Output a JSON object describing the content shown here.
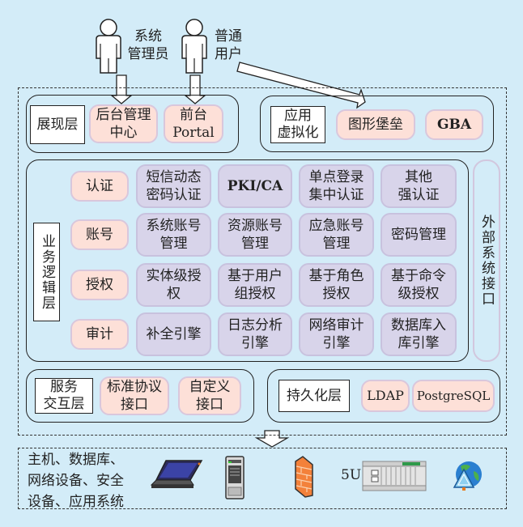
{
  "actors": [
    {
      "name": "系统管理员",
      "lines": [
        "系统",
        "管理员"
      ]
    },
    {
      "name": "普通用户",
      "lines": [
        "普通",
        "用户"
      ]
    }
  ],
  "presentation_layer": {
    "label": "展现层",
    "items": [
      {
        "lines": [
          "后台管理",
          "中心"
        ]
      },
      {
        "lines": [
          "前台",
          "Portal"
        ]
      }
    ]
  },
  "app_virtualization": {
    "label_lines": [
      "应用",
      "虚拟化"
    ],
    "items": [
      "图形堡垒",
      "GBA"
    ]
  },
  "business_logic": {
    "label": "业务逻辑层",
    "rows": [
      {
        "category": "认证",
        "items": [
          [
            "短信动态",
            "密码认证"
          ],
          [
            "PKI/CA"
          ],
          [
            "单点登录",
            "集中认证"
          ],
          [
            "其他",
            "强认证"
          ]
        ]
      },
      {
        "category": "账号",
        "items": [
          [
            "系统账号",
            "管理"
          ],
          [
            "资源账号",
            "管理"
          ],
          [
            "应急账号",
            "管理"
          ],
          [
            "密码管理"
          ]
        ]
      },
      {
        "category": "授权",
        "items": [
          [
            "实体级授",
            "权"
          ],
          [
            "基于用户",
            "组授权"
          ],
          [
            "基于角色",
            "授权"
          ],
          [
            "基于命令",
            "级授权"
          ]
        ]
      },
      {
        "category": "审计",
        "items": [
          [
            "补全引擎"
          ],
          [
            "日志分析",
            "引擎"
          ],
          [
            "网络审计",
            "引擎"
          ],
          [
            "数据库入",
            "库引擎"
          ]
        ]
      }
    ]
  },
  "external_interface": {
    "label": "外部系统接口"
  },
  "service_layer": {
    "label_lines": [
      "服务",
      "交互层"
    ],
    "items": [
      [
        "标准协议",
        "接口"
      ],
      [
        "自定义",
        "接口"
      ]
    ]
  },
  "persistence_layer": {
    "label": "持久化层",
    "items": [
      "LDAP",
      "PostgreSQL"
    ]
  },
  "targets": {
    "text_lines": [
      "主机、数据库、",
      "网络设备、安全",
      "设备、应用系统"
    ],
    "icons": [
      "laptop-icon",
      "server-tower-icon",
      "firewall-icon",
      "rack-server-icon",
      "network-globe-icon"
    ],
    "rack_label": "5U"
  },
  "colors": {
    "background": "#d3ecf8",
    "pink_fill": "#fde0d8",
    "lavender_fill": "#d8d4ea",
    "border": "#222222"
  }
}
